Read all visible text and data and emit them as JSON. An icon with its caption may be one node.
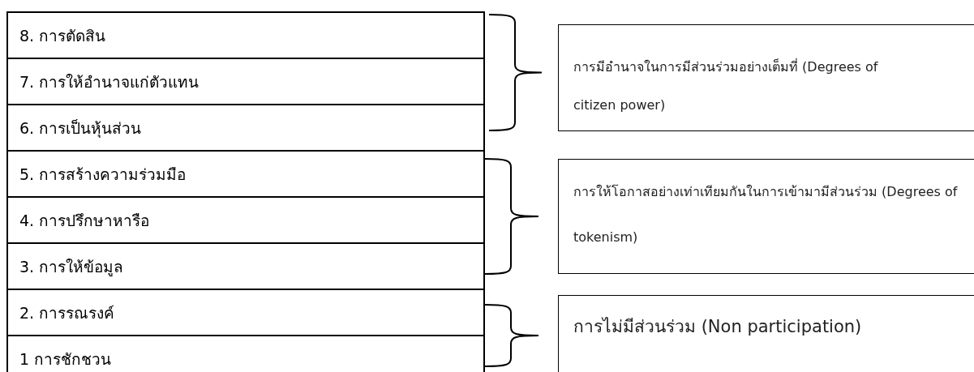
{
  "diagram": {
    "nodes": [
      {
        "text": [
          "8. การตัดสิน"
        ]
      },
      {
        "text": [
          "7. การให้อำนาจแก่ตัวแทน"
        ]
      },
      {
        "text": [
          "6. การเป็นหุ้นส่วน"
        ]
      },
      {
        "text": [
          "5. การสร้างความร่วมมือ"
        ]
      },
      {
        "text": [
          "4. การปรึกษาหารือ"
        ]
      },
      {
        "text": [
          "3. การให้ข้อมูล"
        ]
      },
      {
        "text": [
          "2. การรณรงค์"
        ]
      },
      {
        "text": [
          "1 การชักชวน"
        ]
      },
      {
        "text": [
          "การมีอำนาจในการมีส่วนร่วมอย่างเต็มที่ (Degrees of citizen power)"
        ]
      },
      {
        "text": [
          "การให้โอกาสอย่างเท่าเทียมกันในการเข้ามามีส่วนร่วม (Degrees of tokenism)"
        ]
      },
      {
        "text": [
          "การไม่มีส่วนร่วม (Non participation)"
        ]
      }
    ]
  }
}
